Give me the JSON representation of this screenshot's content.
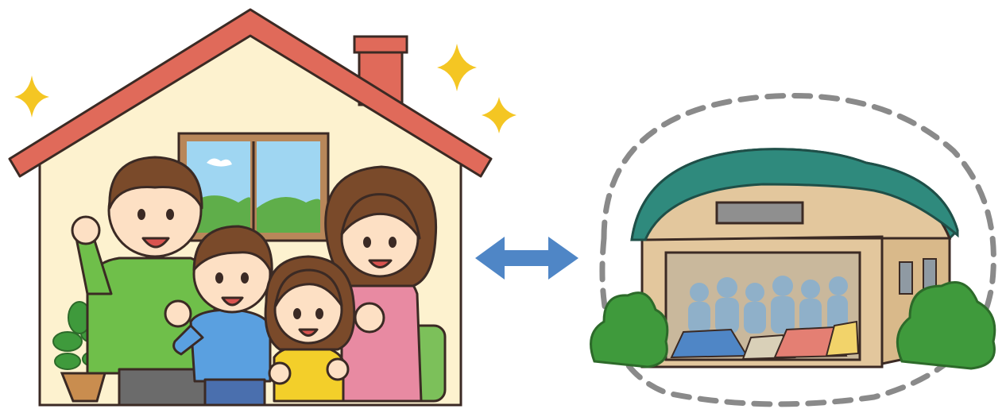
{
  "scene": {
    "left_panel": "family-home",
    "connector": "double-arrow",
    "right_panel": "evacuation-shelter"
  },
  "colors": {
    "roof": "#e06a5a",
    "roof_edge": "#3b2a24",
    "house_wall": "#fdf2cf",
    "chimney": "#e06a5a",
    "window_frame": "#b8875a",
    "sky": "#9fd6f2",
    "sparkle": "#f4c623",
    "arrow": "#4f86c6",
    "shelter_roof": "#2f8a7d",
    "shelter_wall": "#e3c79d",
    "shelter_interior": "#c9b89c",
    "people_silhouette": "#8fb0c9",
    "bush": "#3f9a3c",
    "dashed_outline": "#8a8a8a",
    "dad_shirt": "#6fbf4a",
    "mom_shirt": "#e88aa2",
    "boy_shirt": "#5aa0e0",
    "girl_shirt": "#f3cf2a",
    "hair": "#7a4a2a",
    "skin": "#fde0c4",
    "sofa": "#7cc05a"
  },
  "icons": [
    "sparkle-icon",
    "double-arrow-icon",
    "plant-icon"
  ]
}
